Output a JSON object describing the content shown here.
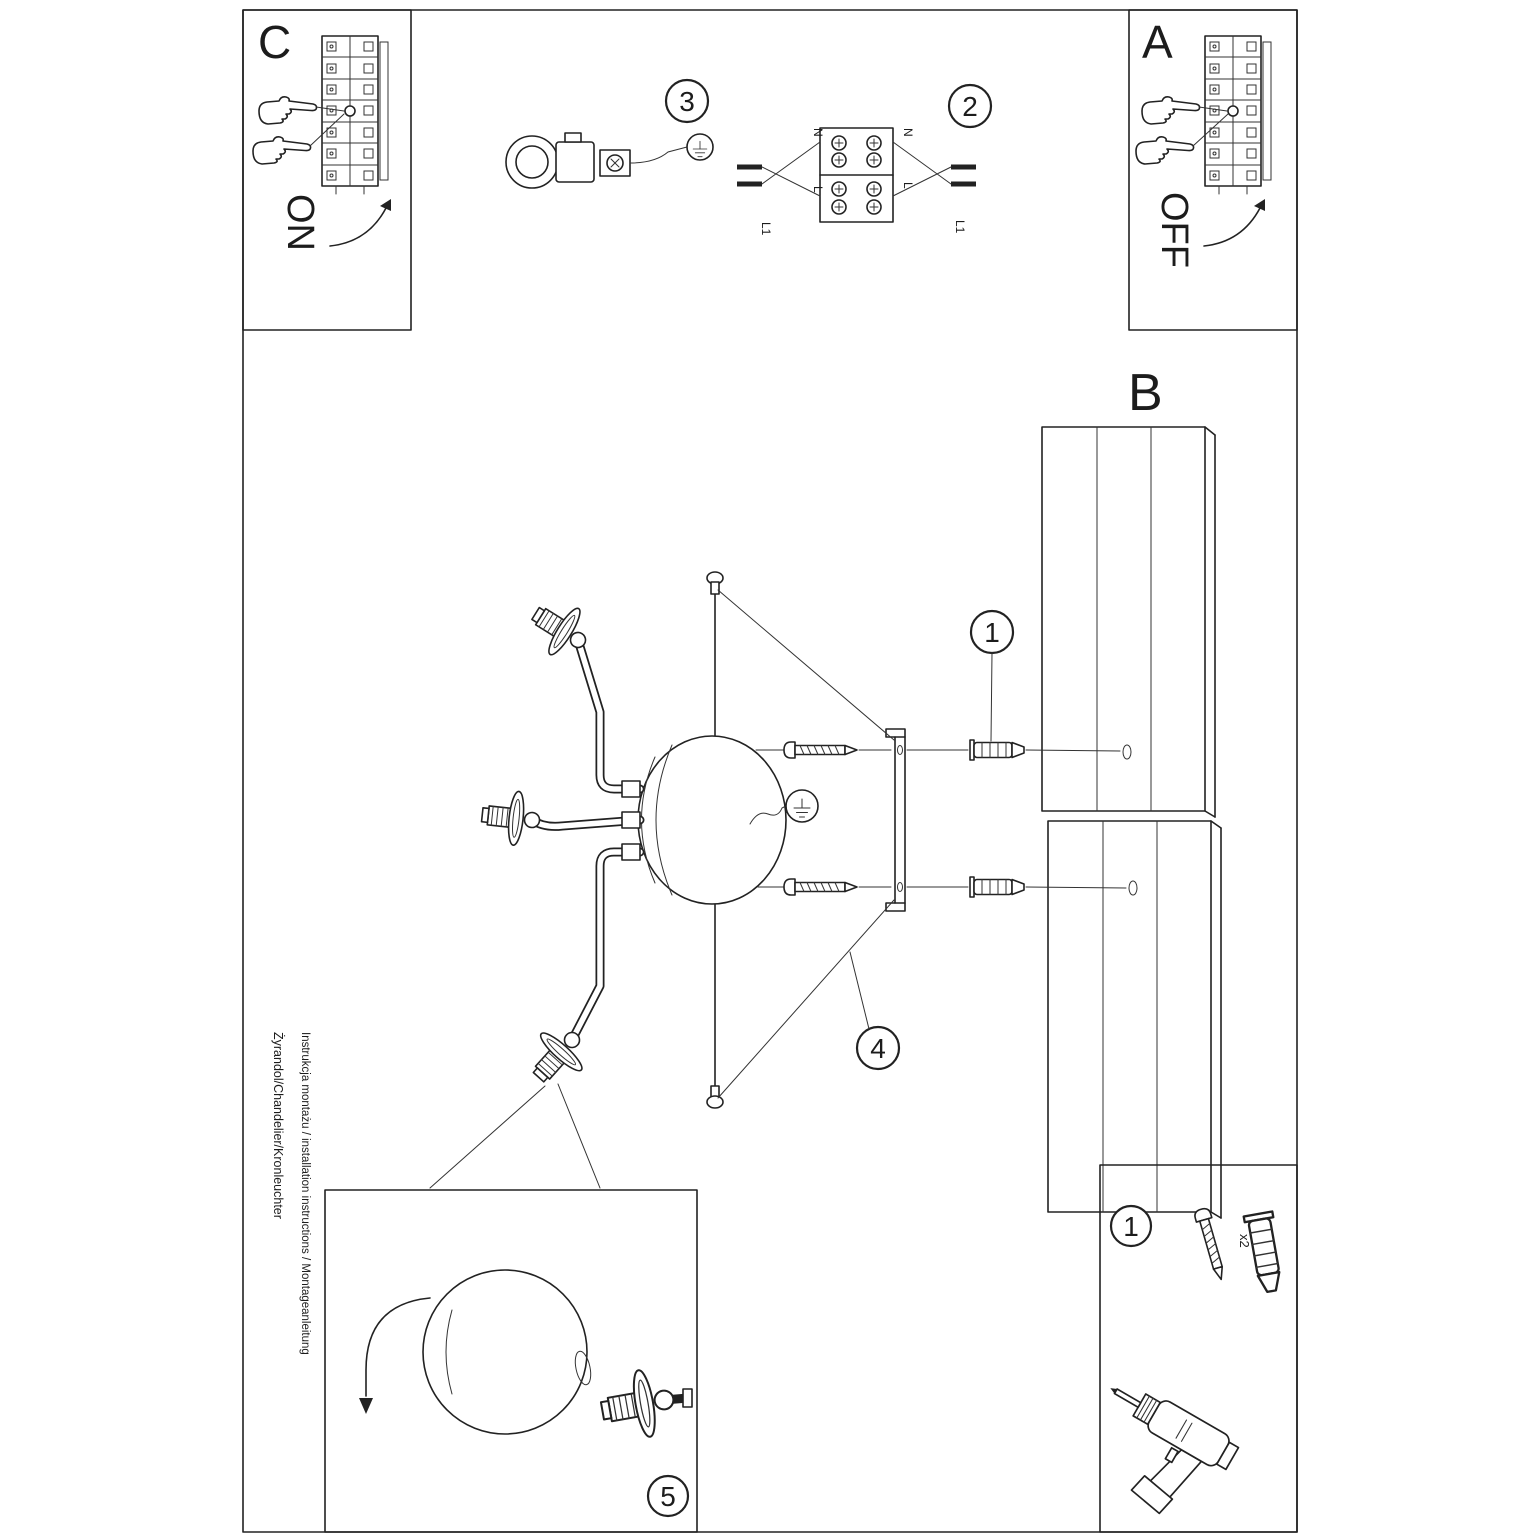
{
  "labels": {
    "section_c": "C",
    "section_a": "A",
    "section_b": "B",
    "on": "ON",
    "off": "OFF"
  },
  "steps": {
    "step1": "1",
    "step2": "2",
    "step3": "3",
    "step4": "4",
    "step5": "5"
  },
  "wiring_labels": {
    "n": "N",
    "l": "L",
    "l1": "L1"
  },
  "hardware": {
    "qty": "x2"
  },
  "footer": {
    "line1": "Instrukcja montażu / installation instructions / Montageanleitung",
    "line2": "Żyrandol/Chandelier/Kronleuchter"
  }
}
